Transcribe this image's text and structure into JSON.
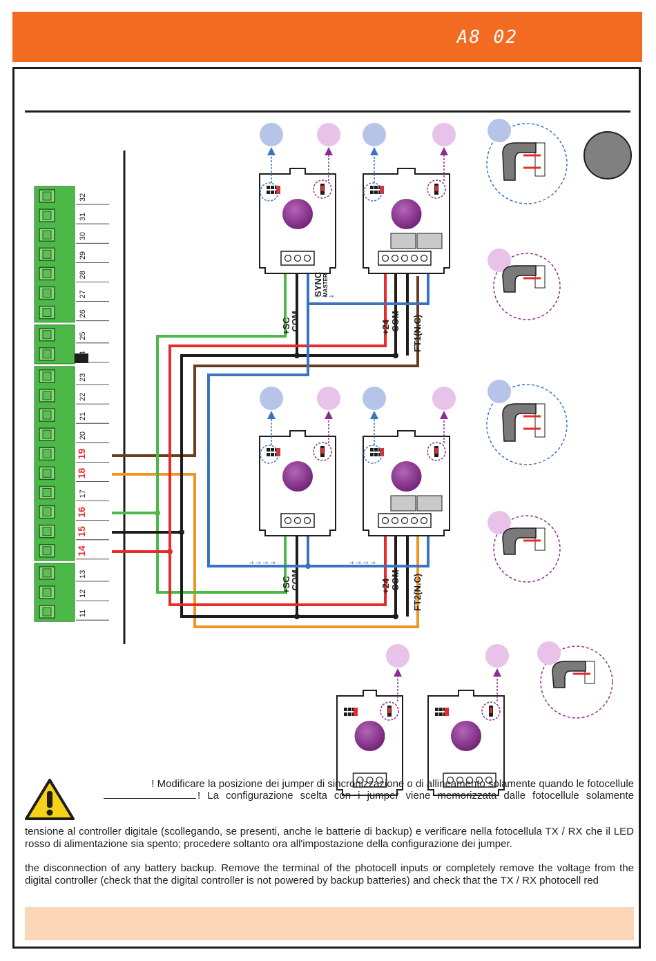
{
  "header": {
    "code": "A8 02"
  },
  "terminal": {
    "numbers": [
      "32",
      "31",
      "30",
      "29",
      "28",
      "27",
      "26",
      "25",
      "24",
      "23",
      "22",
      "21",
      "20",
      "19",
      "18",
      "17",
      "16",
      "15",
      "14",
      "13",
      "12",
      "11"
    ],
    "highlight": [
      "19",
      "18",
      "16",
      "15",
      "14"
    ]
  },
  "labels": {
    "sync": "SYNC",
    "master": "MASTER",
    "sc": "+SC",
    "com": "-COM",
    "p24": "+24",
    "ft1": "FT1(N.C)",
    "ft2": "FT2(N.C)"
  },
  "warning": {
    "line1": "! Modificare la posizione dei jumper di sincronizzazione o di allineamento solamente quando le fotocellule",
    "line2": "! La configurazione scelta con i jumper viene memorizzata dalle fotocellule solamente"
  },
  "paragraph_it": "tensione al controller digitale (scollegando, se presenti, anche le batterie di backup) e verificare nella fotocellula TX / RX che il LED rosso di alimentazione sia spento; procedere soltanto ora all'impostazione della configurazione dei jumper.",
  "paragraph_en": "the disconnection of any battery backup.  Remove the terminal of the photocell inputs or completely remove the voltage from the digital controller (check that the digital controller is not powered by backup batteries) and check that the TX / RX photocell red",
  "colors": {
    "orange": "#f26b21",
    "green": "#4cb848",
    "red": "#e52b2b",
    "blue": "#3a74c1",
    "brown": "#6b3d1f",
    "purple": "#8a2f91",
    "lightblue": "#b7c4ea",
    "lightpurple": "#e8c2e8"
  }
}
